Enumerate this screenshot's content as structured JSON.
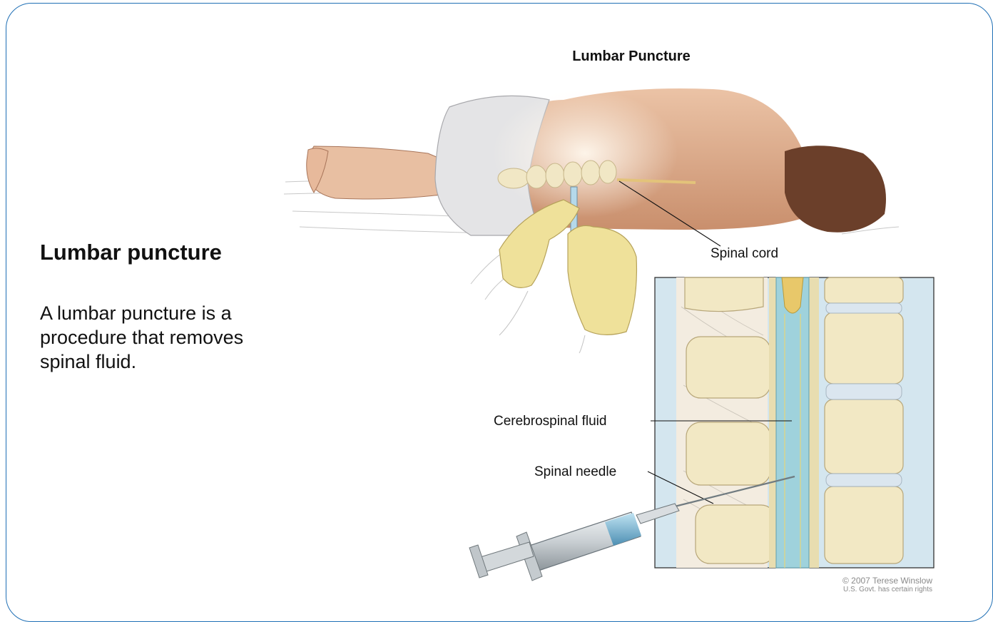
{
  "slide": {
    "heading": "Lumbar puncture",
    "body": "A lumbar puncture is a procedure that removes spinal fluid."
  },
  "figure": {
    "title": "Lumbar Puncture",
    "labels": {
      "spinal_cord": "Spinal cord",
      "cerebrospinal_fluid": "Cerebrospinal fluid",
      "spinal_needle": "Spinal needle"
    },
    "credit_line1": "© 2007 Terese Winslow",
    "credit_line2": "U.S. Govt. has certain rights"
  },
  "colors": {
    "border": "#1f6fb5",
    "skin": "#e2b394",
    "glove": "#efe19a",
    "bone": "#f2e8c8",
    "csf": "#9fd2dc"
  }
}
